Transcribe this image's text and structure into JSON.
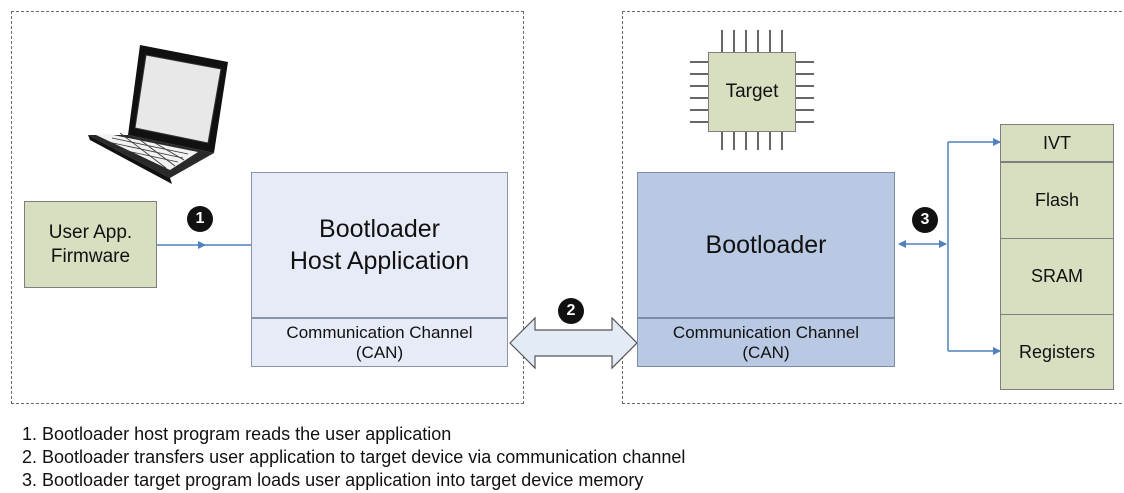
{
  "firmware": {
    "label": "User App.\nFirmware"
  },
  "host": {
    "app_label": "Bootloader\nHost Application",
    "comm_label": "Communication Channel\n(CAN)"
  },
  "target_chip": {
    "label": "Target"
  },
  "target": {
    "bootloader_label": "Bootloader",
    "comm_label": "Communication Channel\n(CAN)"
  },
  "memory": [
    "IVT",
    "Flash",
    "SRAM",
    "Registers"
  ],
  "steps": {
    "s1": "1",
    "s2": "2",
    "s3": "3"
  },
  "notes": [
    "1. Bootloader host program reads the user application",
    "2. Bootloader transfers user application to target device via communication channel",
    "3. Bootloader target program loads user application into target device memory"
  ],
  "colors": {
    "arrow": "#4f81bd",
    "host_fill": "#e6ebf7",
    "target_fill": "#b9c9e3",
    "olive_fill": "#d8dfc0"
  }
}
